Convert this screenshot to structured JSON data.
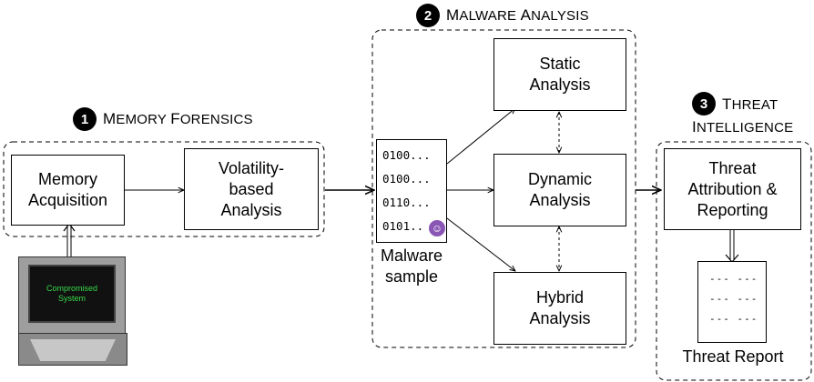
{
  "stages": {
    "memory_forensics": {
      "number": "1",
      "title": "MEMORY FORENSICS"
    },
    "malware_analysis": {
      "number": "2",
      "title": "MALWARE ANALYSIS"
    },
    "threat_intelligence": {
      "number": "3",
      "title_line1": "THREAT",
      "title_line2": "INTELLIGENCE"
    }
  },
  "nodes": {
    "memory_acquisition": "Memory\nAcquisition",
    "volatility_analysis": "Volatility-\nbased\nAnalysis",
    "static_analysis": "Static\nAnalysis",
    "dynamic_analysis": "Dynamic\nAnalysis",
    "hybrid_analysis": "Hybrid\nAnalysis",
    "threat_attribution": "Threat\nAttribution &\nReporting"
  },
  "malware_sample": {
    "lines": [
      "0100...",
      "0100...",
      "0110...",
      "0101.."
    ],
    "label": "Malware\nsample",
    "icon": "devil-emoji-icon"
  },
  "compromised_system": {
    "screen_text": "Compromised\nSystem",
    "icon": "computer-icon"
  },
  "threat_report": {
    "lines": [
      "--- ---",
      "--- ---",
      "--- ---"
    ],
    "label": "Threat Report",
    "icon": "document-icon"
  }
}
